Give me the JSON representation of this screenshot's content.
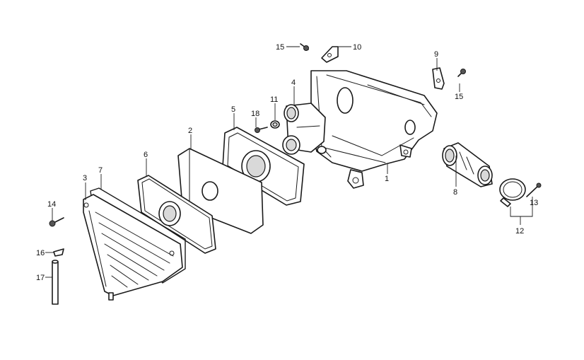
{
  "callouts": [
    {
      "id": "1",
      "text": "1"
    },
    {
      "id": "2",
      "text": "2"
    },
    {
      "id": "3",
      "text": "3"
    },
    {
      "id": "4",
      "text": "4"
    },
    {
      "id": "5",
      "text": "5"
    },
    {
      "id": "6",
      "text": "6"
    },
    {
      "id": "7",
      "text": "7"
    },
    {
      "id": "8",
      "text": "8"
    },
    {
      "id": "9",
      "text": "9"
    },
    {
      "id": "10",
      "text": "10"
    },
    {
      "id": "11",
      "text": "11"
    },
    {
      "id": "12",
      "text": "12"
    },
    {
      "id": "13",
      "text": "13"
    },
    {
      "id": "14",
      "text": "14"
    },
    {
      "id": "15a",
      "text": "15"
    },
    {
      "id": "15b",
      "text": "15"
    },
    {
      "id": "16",
      "text": "16"
    },
    {
      "id": "17",
      "text": "17"
    },
    {
      "id": "18",
      "text": "18"
    }
  ]
}
